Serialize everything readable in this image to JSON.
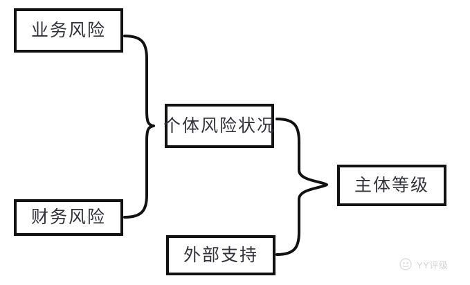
{
  "diagram": {
    "background_color": "#ffffff",
    "node_border_color": "#111111",
    "node_text_color": "#32323c",
    "connector_color": "#111111",
    "nodes": [
      {
        "id": "business",
        "label": "业务风险"
      },
      {
        "id": "financial",
        "label": "财务风险"
      },
      {
        "id": "individual",
        "label": "个体风险状况"
      },
      {
        "id": "external",
        "label": "外部支持"
      },
      {
        "id": "entity",
        "label": "主体等级"
      }
    ],
    "connectors": [
      {
        "id": "brace-left",
        "type": "curly-brace",
        "from": [
          "business",
          "financial"
        ],
        "to": "individual"
      },
      {
        "id": "brace-right",
        "type": "curly-brace",
        "from": [
          "individual",
          "external"
        ],
        "to": "entity"
      }
    ]
  },
  "watermark": {
    "text": "YY评级",
    "logo_icon": "yy-circle-logo-icon"
  }
}
